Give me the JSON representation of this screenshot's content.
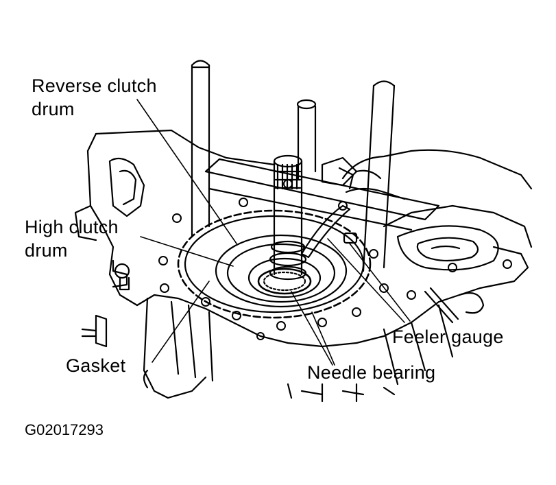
{
  "labels": {
    "reverse_clutch_drum": "Reverse clutch drum",
    "high_clutch_drum": "High clutch drum",
    "gasket": "Gasket",
    "needle_bearing": "Needle bearing",
    "feeler_gauge": "Feeler gauge"
  },
  "figure_id": "G02017293",
  "colors": {
    "ink": "#000000",
    "paper": "#ffffff"
  }
}
